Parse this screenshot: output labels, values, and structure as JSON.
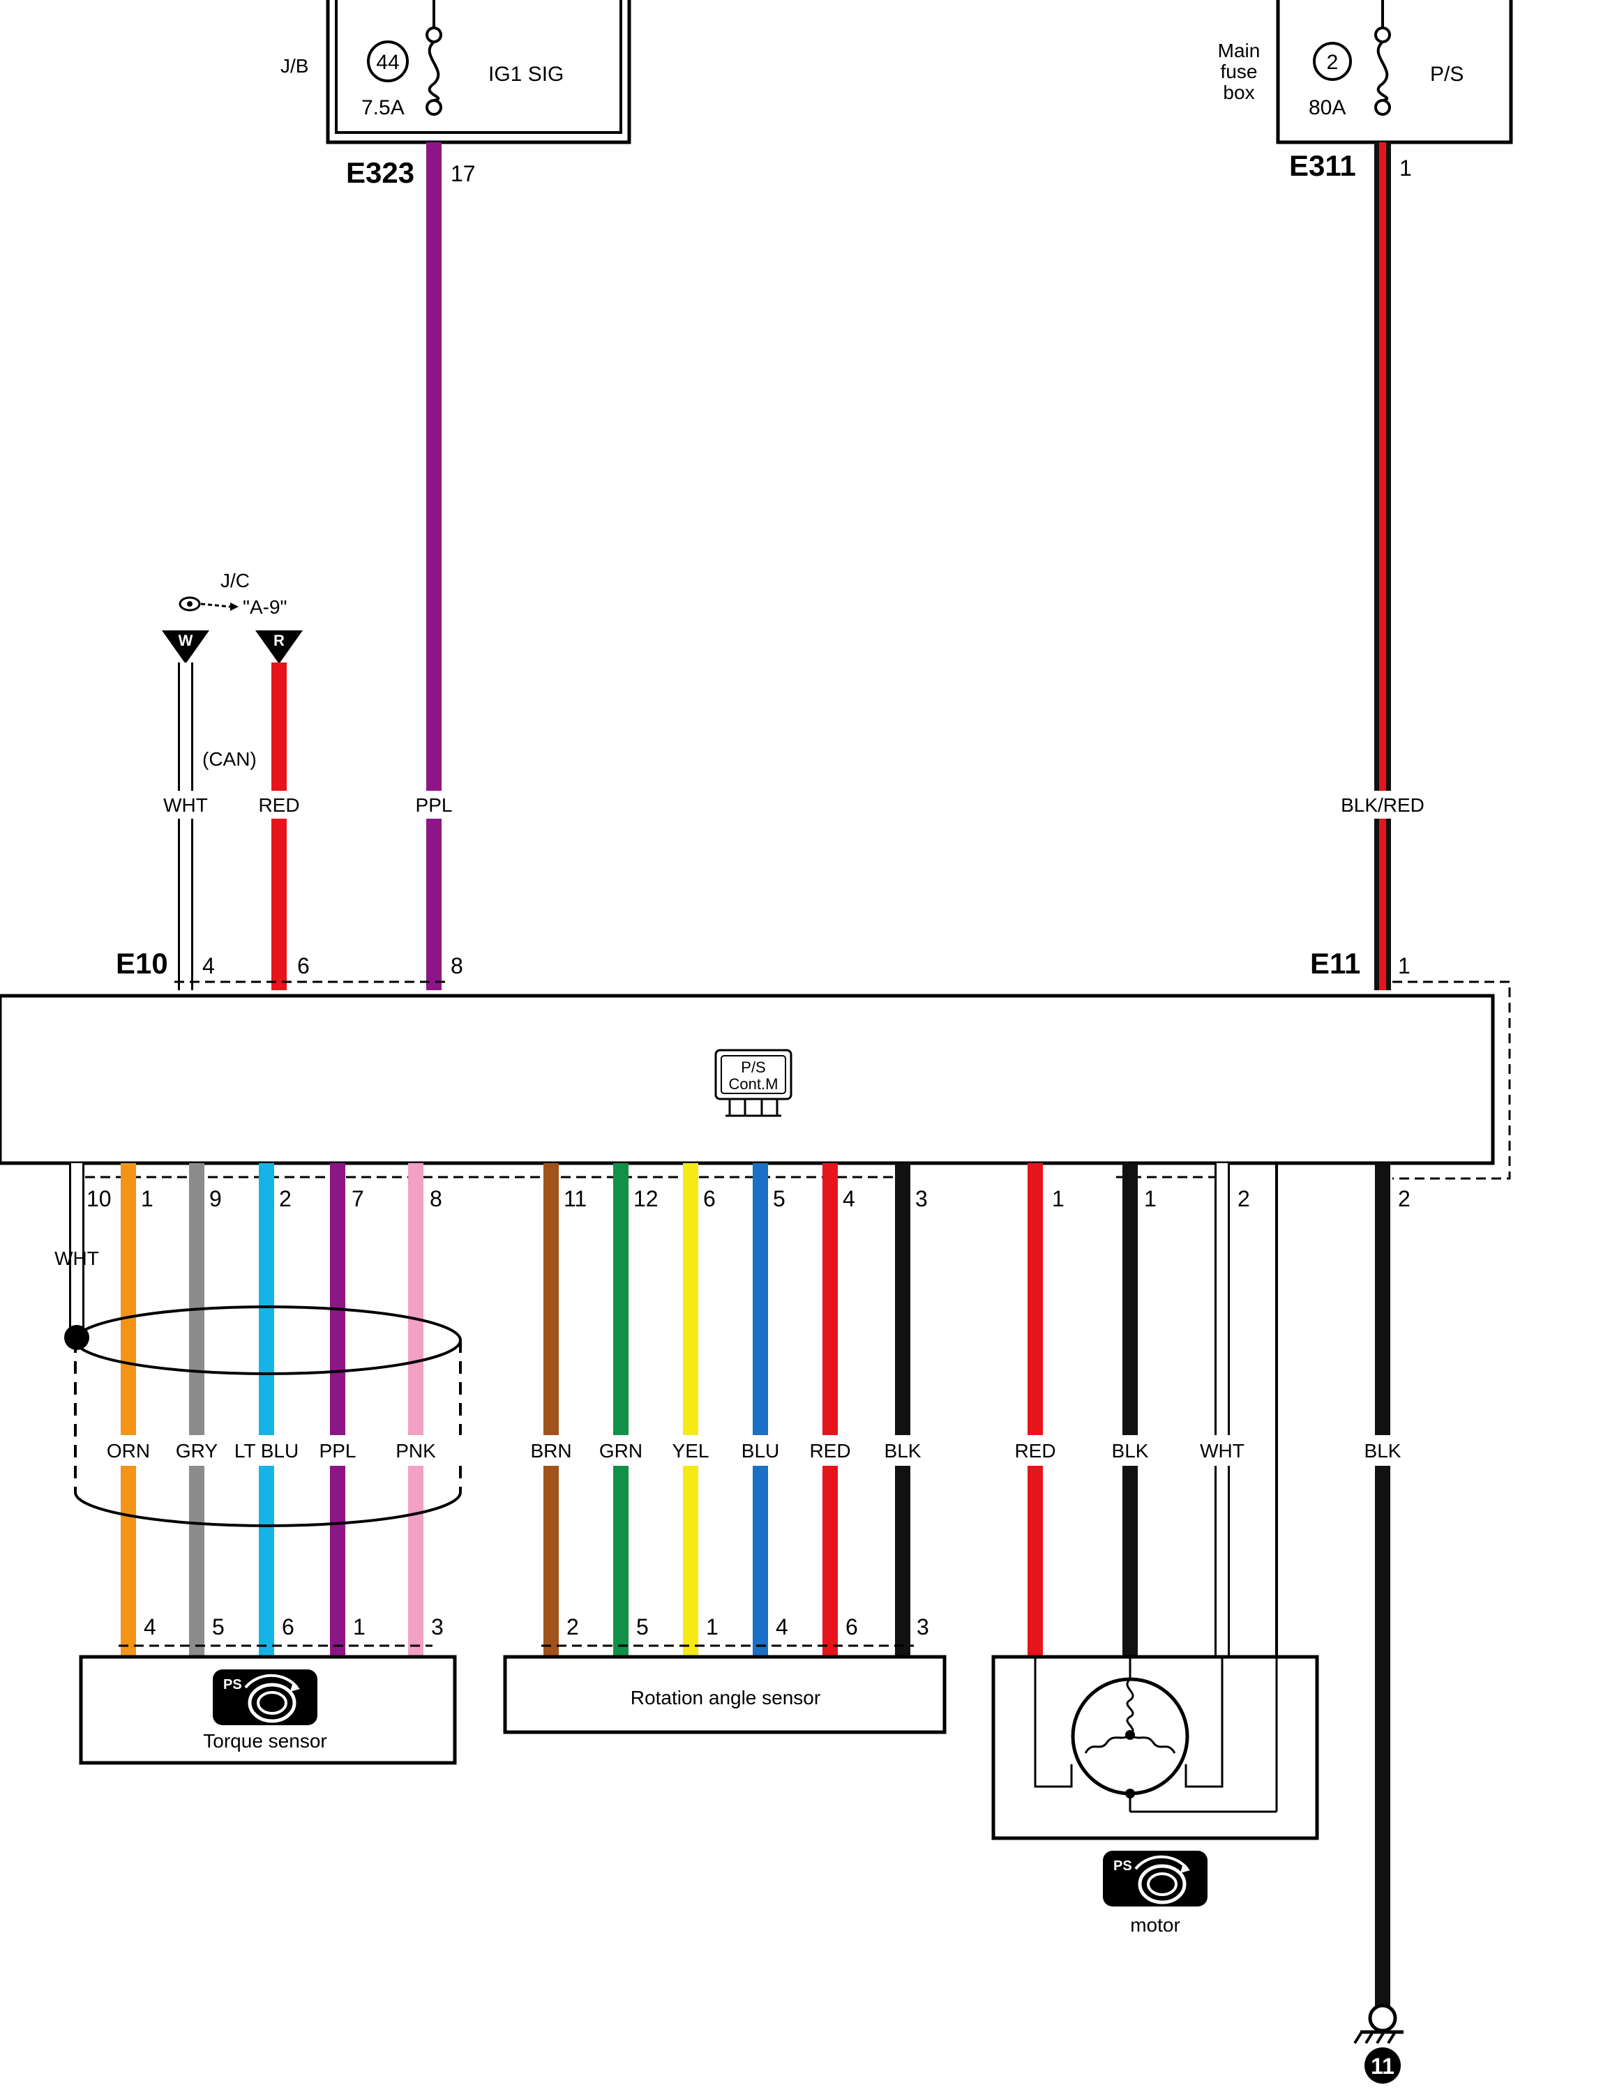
{
  "top_left_box": {
    "block": "J/B",
    "fuse_number": "44",
    "fuse_rating": "7.5A",
    "circuit": "IG1 SIG",
    "connector": "E323",
    "pin": "17"
  },
  "top_right_box": {
    "block_line1": "Main",
    "block_line2": "fuse",
    "block_line3": "box",
    "fuse_number": "2",
    "fuse_rating": "80A",
    "circuit": "P/S",
    "connector": "E311",
    "pin": "1"
  },
  "junction": {
    "label": "J/C",
    "reference": "\"A-9\"",
    "terminal_w": "W",
    "terminal_r": "R",
    "can_label": "(CAN)"
  },
  "upper_wires": [
    {
      "label": "WHT",
      "pin": "4",
      "color": "#ffffff"
    },
    {
      "label": "RED",
      "pin": "6",
      "color": "#e8141b"
    },
    {
      "label": "PPL",
      "pin": "8",
      "color": "#8e1587"
    },
    {
      "label": "BLK/RED",
      "pin": "1",
      "color": "#e8141b"
    }
  ],
  "connectors": {
    "e10": "E10",
    "e11": "E11"
  },
  "module": {
    "icon_line1": "P/S",
    "icon_line2": "Cont.M"
  },
  "lower_wires": [
    {
      "label": "WHT",
      "pin_top": "10",
      "pin_bottom": "",
      "color": "#ffffff"
    },
    {
      "label": "ORN",
      "pin_top": "1",
      "pin_bottom": "4",
      "color": "#f39419"
    },
    {
      "label": "GRY",
      "pin_top": "9",
      "pin_bottom": "5",
      "color": "#8c8c8c"
    },
    {
      "label": "LT BLU",
      "pin_top": "2",
      "pin_bottom": "6",
      "color": "#14b4e6"
    },
    {
      "label": "PPL",
      "pin_top": "7",
      "pin_bottom": "1",
      "color": "#8e1587"
    },
    {
      "label": "PNK",
      "pin_top": "8",
      "pin_bottom": "3",
      "color": "#f2a0c4"
    },
    {
      "label": "BRN",
      "pin_top": "11",
      "pin_bottom": "2",
      "color": "#a0521a"
    },
    {
      "label": "GRN",
      "pin_top": "12",
      "pin_bottom": "5",
      "color": "#119148"
    },
    {
      "label": "YEL",
      "pin_top": "6",
      "pin_bottom": "1",
      "color": "#f5ea14"
    },
    {
      "label": "BLU",
      "pin_top": "5",
      "pin_bottom": "4",
      "color": "#1b6fc4"
    },
    {
      "label": "RED",
      "pin_top": "4",
      "pin_bottom": "6",
      "color": "#e8141b"
    },
    {
      "label": "BLK",
      "pin_top": "3",
      "pin_bottom": "3",
      "color": "#111111"
    },
    {
      "label": "RED",
      "pin_top": "1",
      "pin_bottom": "",
      "color": "#e8141b"
    },
    {
      "label": "BLK",
      "pin_top": "1",
      "pin_bottom": "",
      "color": "#111111"
    },
    {
      "label": "WHT",
      "pin_top": "2",
      "pin_bottom": "",
      "color": "#ffffff"
    },
    {
      "label": "BLK",
      "pin_top": "2",
      "pin_bottom": "",
      "color": "#111111"
    }
  ],
  "components": {
    "torque_sensor": "Torque sensor",
    "rotation_sensor": "Rotation angle sensor",
    "motor": "motor",
    "ps_badge": "PS"
  },
  "ground": {
    "number": "11"
  }
}
